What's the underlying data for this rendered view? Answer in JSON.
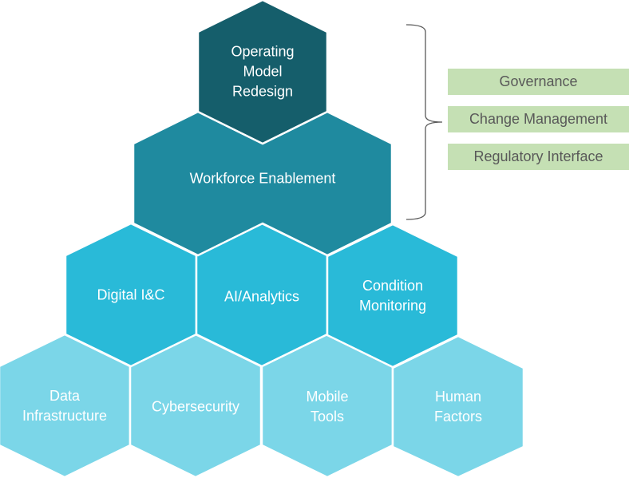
{
  "diagram": {
    "colors": {
      "tier1": "#155E6B",
      "tier2": "#1F8A9F",
      "tier3": "#29BAD8",
      "tier4": "#7BD6E8",
      "side_box": "#C5E0B4",
      "side_text": "#595959",
      "bracket": "#595959"
    },
    "tiers": [
      {
        "tier": 1,
        "items": [
          "Operating\nModel\nRedesign"
        ]
      },
      {
        "tier": 2,
        "items": [
          "Workforce Enablement"
        ]
      },
      {
        "tier": 3,
        "items": [
          "Digital I&C",
          "AI/Analytics",
          "Condition\nMonitoring"
        ]
      },
      {
        "tier": 4,
        "items": [
          "Data\nInfrastructure",
          "Cybersecurity",
          "Mobile\nTools",
          "Human\nFactors"
        ]
      }
    ],
    "side_items": [
      "Governance",
      "Change Management",
      "Regulatory Interface"
    ]
  }
}
